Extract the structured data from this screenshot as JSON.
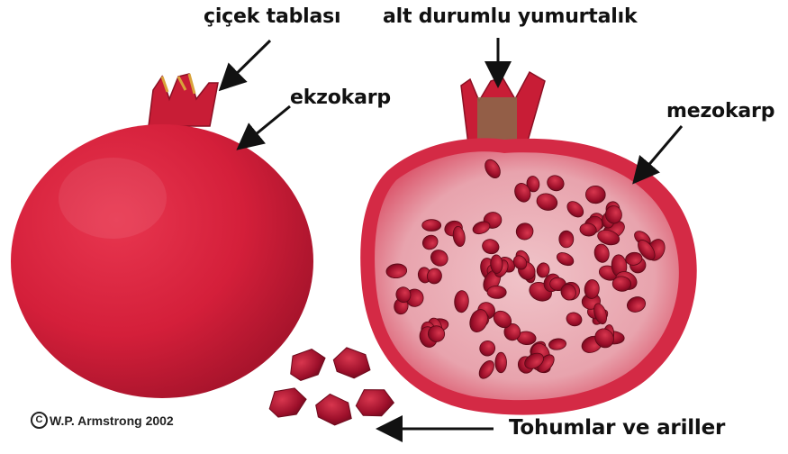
{
  "labels": {
    "receptacle": "çiçek tablası",
    "inferior_ovary": "alt durumlu yumurtalık",
    "exocarp": "ekzokarp",
    "mesocarp": "mezokarp",
    "seeds_arils": "Tohumlar ve ariller"
  },
  "copyright": {
    "symbol": "C",
    "text": "W.P. Armstrong 2002"
  },
  "colors": {
    "fruit_skin": "#d41f3a",
    "fruit_flesh": "#e8a3ad",
    "aril": "#9c0f2a",
    "arrow": "#111111"
  }
}
